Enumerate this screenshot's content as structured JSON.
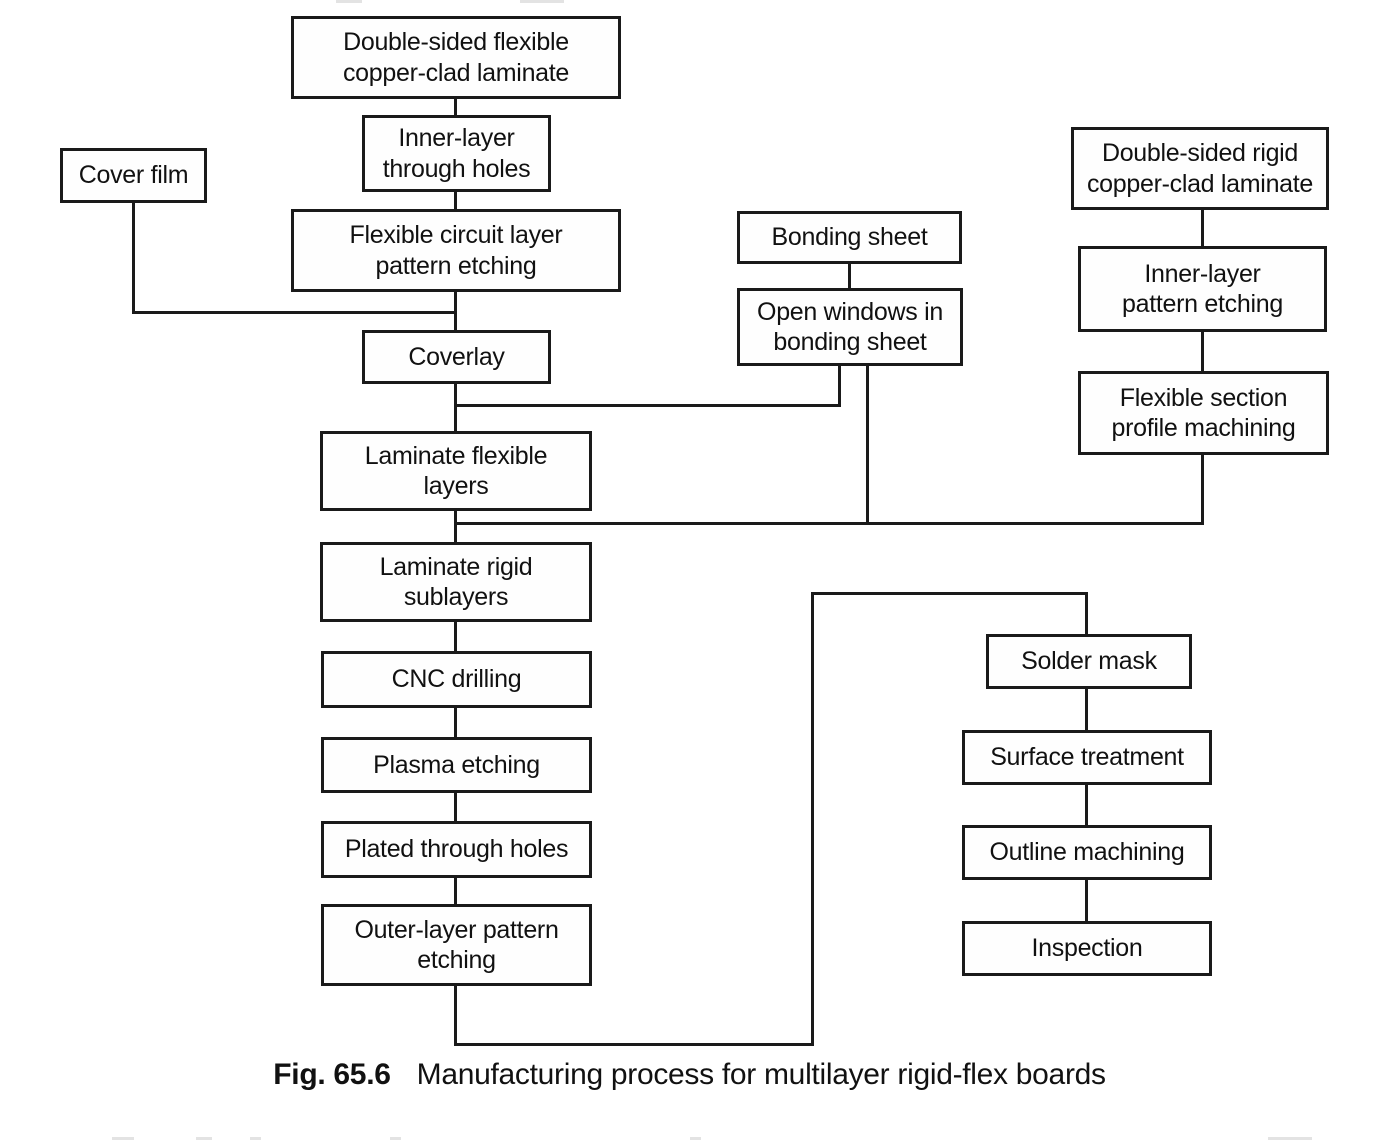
{
  "figure": {
    "caption": {
      "label": "Fig. 65.6",
      "title": "Manufacturing process for multilayer rigid-flex boards"
    }
  },
  "nodes": {
    "double_sided_flexible_laminate": {
      "label": "Double-sided flexible\ncopper-clad laminate"
    },
    "inner_layer_through_holes": {
      "label": "Inner-layer\nthrough holes"
    },
    "cover_film": {
      "label": "Cover film"
    },
    "flexible_circuit_pattern_etching": {
      "label": "Flexible circuit layer\npattern etching"
    },
    "coverlay": {
      "label": "Coverlay"
    },
    "laminate_flexible_layers": {
      "label": "Laminate flexible\nlayers"
    },
    "laminate_rigid_sublayers": {
      "label": "Laminate rigid\nsublayers"
    },
    "cnc_drilling": {
      "label": "CNC drilling"
    },
    "plasma_etching": {
      "label": "Plasma etching"
    },
    "plated_through_holes": {
      "label": "Plated through holes"
    },
    "outer_layer_pattern_etching": {
      "label": "Outer-layer pattern\netching"
    },
    "bonding_sheet": {
      "label": "Bonding sheet"
    },
    "open_windows_bonding_sheet": {
      "label": "Open windows in\nbonding sheet"
    },
    "double_sided_rigid_laminate": {
      "label": "Double-sided rigid\ncopper-clad laminate"
    },
    "inner_layer_pattern_etching": {
      "label": "Inner-layer\npattern etching"
    },
    "flexible_section_profile_machining": {
      "label": "Flexible section\nprofile machining"
    },
    "solder_mask": {
      "label": "Solder mask"
    },
    "surface_treatment": {
      "label": "Surface treatment"
    },
    "outline_machining": {
      "label": "Outline machining"
    },
    "inspection": {
      "label": "Inspection"
    }
  },
  "edges": [
    [
      "double_sided_flexible_laminate",
      "inner_layer_through_holes"
    ],
    [
      "inner_layer_through_holes",
      "flexible_circuit_pattern_etching"
    ],
    [
      "flexible_circuit_pattern_etching",
      "coverlay"
    ],
    [
      "cover_film",
      "coverlay"
    ],
    [
      "coverlay",
      "laminate_flexible_layers"
    ],
    [
      "bonding_sheet",
      "open_windows_bonding_sheet"
    ],
    [
      "open_windows_bonding_sheet",
      "laminate_flexible_layers"
    ],
    [
      "open_windows_bonding_sheet",
      "laminate_rigid_sublayers"
    ],
    [
      "laminate_flexible_layers",
      "laminate_rigid_sublayers"
    ],
    [
      "double_sided_rigid_laminate",
      "inner_layer_pattern_etching"
    ],
    [
      "inner_layer_pattern_etching",
      "flexible_section_profile_machining"
    ],
    [
      "flexible_section_profile_machining",
      "laminate_rigid_sublayers"
    ],
    [
      "laminate_rigid_sublayers",
      "cnc_drilling"
    ],
    [
      "cnc_drilling",
      "plasma_etching"
    ],
    [
      "plasma_etching",
      "plated_through_holes"
    ],
    [
      "plated_through_holes",
      "outer_layer_pattern_etching"
    ],
    [
      "outer_layer_pattern_etching",
      "solder_mask"
    ],
    [
      "solder_mask",
      "surface_treatment"
    ],
    [
      "surface_treatment",
      "outline_machining"
    ],
    [
      "outline_machining",
      "inspection"
    ]
  ],
  "colors": {
    "line": "#1a1a1a",
    "text": "#111111",
    "background": "#ffffff"
  }
}
